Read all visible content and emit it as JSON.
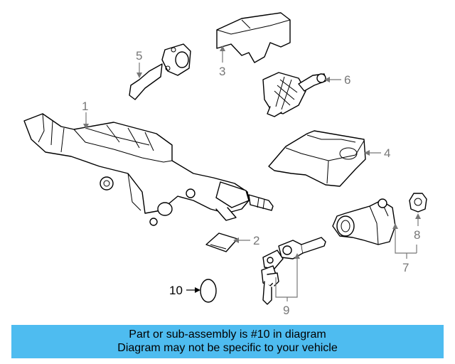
{
  "callouts": {
    "c1": "1",
    "c2": "2",
    "c3": "3",
    "c4": "4",
    "c5": "5",
    "c6": "6",
    "c7": "7",
    "c8": "8",
    "c9": "9",
    "c10": "10"
  },
  "highlight_part": "10",
  "banner": {
    "line1": "Part or sub-assembly is #10 in diagram",
    "line2": "Diagram may not be specific to your vehicle",
    "color": "#4ebcf0"
  }
}
